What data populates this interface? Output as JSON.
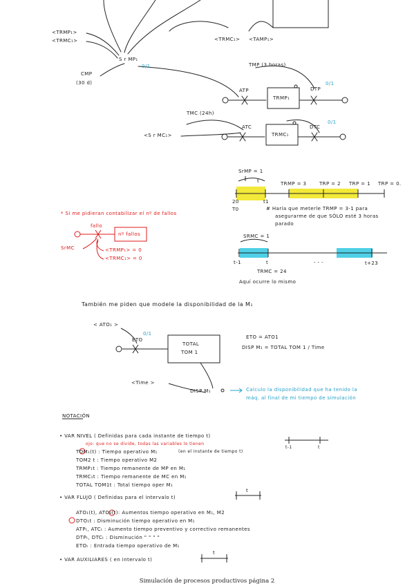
{
  "top": {
    "trmp1_left": "<TRMP₁>",
    "trmc1_left": "<TRMC₁>",
    "trmc1_right": "<TRMC₁>",
    "tamp1_right": "<TAMP₁>",
    "srmp1": "S r MP₁",
    "srmp1_frac": "0/1",
    "cmp": "CMP",
    "cmp_val": "(30 d)",
    "tmp": "TMP (3 horas)",
    "atp": "ATP",
    "trmp1_box": "TRMP₁",
    "dtp": "DTP",
    "dtp_frac": "0/1",
    "tmc": "TMC (24h)",
    "atc": "ATC",
    "srmc1": "<S r MC₁>",
    "trmc1_box": "TRMC₁",
    "dtc": "DTC",
    "dtc_frac": "0/1"
  },
  "timeline_mp": {
    "srmp": "SrMP = 1",
    "t": "t",
    "trmp3": "TRMP = 3",
    "trp2": "TRP = 2",
    "trp1": "TRP = 1",
    "trp0": "TRP = 0.",
    "zero_top": "20",
    "t0": "T0",
    "t1": "t1",
    "note_l1": "# Haría que meterle TRMP = 3-1 para",
    "note_l2": "asegurarme de que SÓLO esté 3 horas",
    "note_l3": "parado"
  },
  "red_note": {
    "title": "* Si me pidieran contabilizar el nº de fallos",
    "fallo": "fallo",
    "box": "nº fallos",
    "srmc": "SrMC",
    "trmp_eq": "<TRMP₁> = 0",
    "trmc_eq": "<TRMC₁> = 0"
  },
  "timeline_mc": {
    "srmc": "SRMC = 1",
    "t_minus": "t-1",
    "t": "t",
    "trmc": "TRMC = 24",
    "dashes": "- - -",
    "t_plus": "t+23",
    "caption": "Aquí ocurre lo mismo"
  },
  "dispo": {
    "intro": "También me piden que modele la disponibilidad de la M₁",
    "ato1": "< ATO₁ >",
    "eto": "ETO",
    "eto_frac": "0/1",
    "box_l1": "TOTAL",
    "box_l2": "TOM 1",
    "time": "<Time >",
    "disp": "DISP M₁",
    "eq1": "ETO = ATO1",
    "eq2": "DISP M₁ = TOTAL TOM 1 / Time",
    "blue_l1": "Calculo la disponibilidad que ha tenido la",
    "blue_l2": "máq. al final de mi tiempo de simulación"
  },
  "notation": {
    "title": "NOTACIÓN",
    "nivel": "VAR NIVEL ( Definidas para cada instante de tiempo t)",
    "red_ojo": "ojo: que no se divide, todas las variables lo tienen",
    "tom1": "TOM₁(t) : Tiempo operativo M₁",
    "tom1_note": "(en el instante de tiempo t)",
    "tom2": "TOM2 t : Tiempo operativo M2",
    "trmp": "TRMP₁t : Tiempo remanente de MP en M₁",
    "trmc": "TRMC₁t : Tiempo remanente de MC en M₁",
    "total": "TOTAL TOM1t : Total tiempo oper M₁",
    "tick_l": "t-1",
    "tick_r": "t",
    "flujo": "VAR FLUJO ( Definidas para el intervalo t)",
    "flujo_t": "t",
    "ato": "ATO₁(t), ATO₂(t): Aumentos tiempo operativo en M₁, M2",
    "dto": "DTO₁t : Disminución tiempo operativo en M₁",
    "atp": "ATPₜ, ATCₜ : Aumento tiempo preventivo y correctivo remanentes",
    "dtp": "DTPₜ, DTCₜ : Disminución   \"   \"   \"   \"",
    "eto": "ETOₜ : Entrada tiempo operativo de M₁",
    "aux": "VAR AUXILIARES ( en intervalo t)",
    "aux_t": "t"
  },
  "footer": "Simulación de procesos productivos página 2"
}
